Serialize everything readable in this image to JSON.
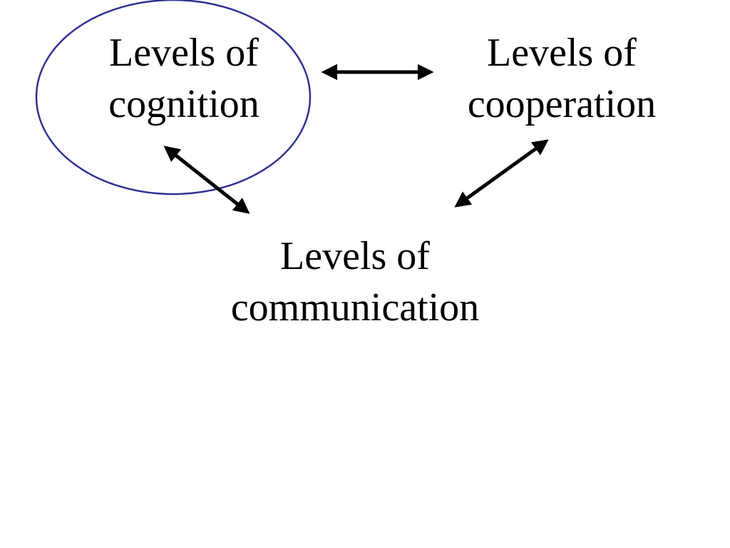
{
  "diagram": {
    "nodes": {
      "cognition": {
        "line1": "Levels of",
        "line2": "cognition",
        "highlighted": true
      },
      "cooperation": {
        "line1": "Levels of",
        "line2": "cooperation"
      },
      "communication": {
        "line1": "Levels of",
        "line2": "communication"
      }
    },
    "edges": [
      {
        "from": "cognition",
        "to": "cooperation",
        "direction": "both"
      },
      {
        "from": "cognition",
        "to": "communication",
        "direction": "both"
      },
      {
        "from": "cooperation",
        "to": "communication",
        "direction": "both"
      }
    ],
    "colors": {
      "highlight_ellipse": "#2e3192",
      "arrows": "#000000",
      "text": "#000000",
      "background": "#ffffff"
    }
  }
}
